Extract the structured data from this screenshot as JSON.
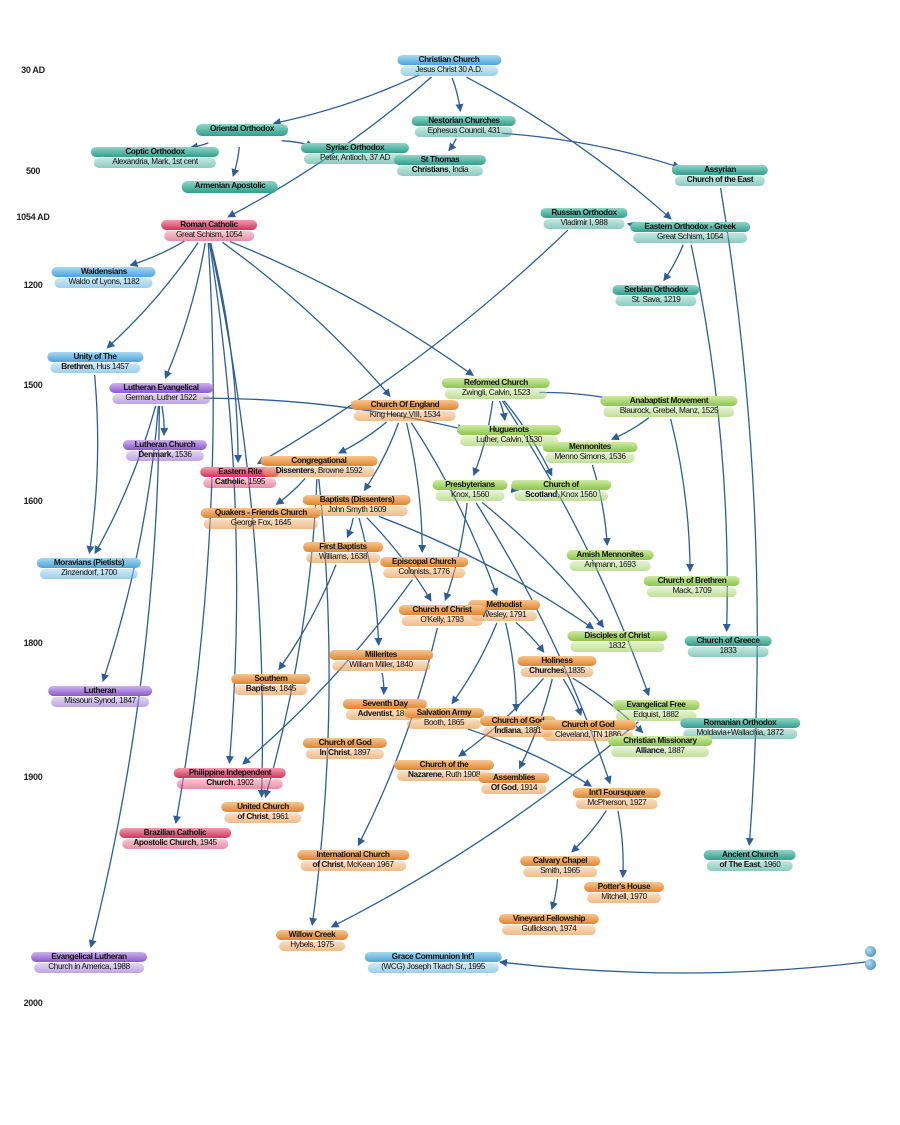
{
  "years": [
    "30 AD",
    "500",
    "1054 AD",
    "1200",
    "1500",
    "1600",
    "1800",
    "1900",
    "2000"
  ],
  "nodes": [
    {
      "id": "christian",
      "c": "blue",
      "t1": "Christian Church",
      "t2": "Jesus Christ 30 A.D."
    },
    {
      "id": "oriental",
      "c": "teal",
      "t1": "Oriental Orthodox",
      "t2": ""
    },
    {
      "id": "nestorian",
      "c": "teal",
      "t1": "Nestorian Churches",
      "t2": "Ephesus Council, 431"
    },
    {
      "id": "coptic",
      "c": "teal",
      "t1": "Coptic Orthodox",
      "t2": "Alexandria, Mark, 1st cent"
    },
    {
      "id": "syriac",
      "c": "teal",
      "t1": "Syriac Orthodox",
      "t2": "Peter, Antioch, 37 AD"
    },
    {
      "id": "stthomas",
      "c": "teal",
      "t1": "St Thomas",
      "t2": "Christians, India",
      "t2b": "Christians"
    },
    {
      "id": "armenian",
      "c": "teal",
      "t1": "Armenian Apostolic",
      "t2": ""
    },
    {
      "id": "assyrian",
      "c": "teal",
      "t1": "Assyrian",
      "t2": "Church of the East",
      "t2b": "Church of the East"
    },
    {
      "id": "russian",
      "c": "teal",
      "t1": "Russian Orthodox",
      "t2": "Vladimir I, 988"
    },
    {
      "id": "eastern",
      "c": "teal",
      "t1": "Eastern Orthodox - Greek",
      "t2": "Great Schism, 1054"
    },
    {
      "id": "roman",
      "c": "red",
      "t1": "Roman Catholic",
      "t2": "Great Schism, 1054"
    },
    {
      "id": "waldensians",
      "c": "blue",
      "t1": "Waldensians",
      "t2": "Waldo of Lyons, 1182"
    },
    {
      "id": "serbian",
      "c": "teal",
      "t1": "Serbian Orthodox",
      "t2": "St. Sava, 1219"
    },
    {
      "id": "unity",
      "c": "blue",
      "t1": "Unity of The",
      "t2": "Brethren, Hus 1457",
      "t2b": "Brethren"
    },
    {
      "id": "lutheranev",
      "c": "purple",
      "t1": "Lutheran Evangelical",
      "t2": "German, Luther 1522"
    },
    {
      "id": "reformed",
      "c": "green",
      "t1": "Reformed Church",
      "t2": "Zwingli, Calvin, 1523"
    },
    {
      "id": "anabaptist",
      "c": "green",
      "t1": "Anabaptist Movement",
      "t2": "Blaurock, Grebel, Manz, 1525"
    },
    {
      "id": "coe",
      "c": "orange",
      "t1": "Church Of England",
      "t2": "King Henry VIII, 1534"
    },
    {
      "id": "huguenots",
      "c": "green",
      "t1": "Huguenots",
      "t2": "Luther, Calvin, 1530"
    },
    {
      "id": "lutherandk",
      "c": "purple",
      "t1": "Lutheran Church",
      "t2": "Denmark, 1536",
      "t2b": "Denmark"
    },
    {
      "id": "mennonites",
      "c": "green",
      "t1": "Mennonites",
      "t2": "Menno Simons, 1536"
    },
    {
      "id": "easternrite",
      "c": "red",
      "t1": "Eastern Rite",
      "t2": "Catholic, 1595",
      "t2b": "Catholic"
    },
    {
      "id": "congregational",
      "c": "orange",
      "t1": "Congregational",
      "t2": "Dissenters, Browne 1592",
      "t2b": "Dissenters"
    },
    {
      "id": "presbyterians",
      "c": "green",
      "t1": "Presbyterians",
      "t2": "Knox, 1560"
    },
    {
      "id": "scotland",
      "c": "green",
      "t1": "Church of",
      "t2": "Scotland, Knox 1560",
      "t2b": "Scotland"
    },
    {
      "id": "baptists",
      "c": "orange",
      "t1": "Baptists (Dissenters)",
      "t2": "John Smyth 1609"
    },
    {
      "id": "quakers",
      "c": "orange",
      "t1": "Quakers - Friends Church",
      "t2": "George Fox, 1645"
    },
    {
      "id": "firstbaptists",
      "c": "orange",
      "t1": "First Baptists",
      "t2": "Williams, 1638"
    },
    {
      "id": "amish",
      "c": "green",
      "t1": "Amish Mennonites",
      "t2": "Ammann, 1693"
    },
    {
      "id": "moravians",
      "c": "blue",
      "t1": "Moravians (Pietists)",
      "t2": "Zinzendorf, 1700"
    },
    {
      "id": "episcopal",
      "c": "orange",
      "t1": "Episcopal Church",
      "t2": "Colonists, 1776"
    },
    {
      "id": "brethren",
      "c": "green",
      "t1": "Church of Brethren",
      "t2": "Mack, 1709"
    },
    {
      "id": "methodist",
      "c": "orange",
      "t1": "Methodist",
      "t2": "Wesley, 1791"
    },
    {
      "id": "churchofchrist",
      "c": "orange",
      "t1": "Church of Christ",
      "t2": "O'Kelly, 1793"
    },
    {
      "id": "disciples",
      "c": "green",
      "t1": "Disciples of Christ",
      "t2": "1832"
    },
    {
      "id": "greece",
      "c": "teal",
      "t1": "Church of Greece",
      "t2": "1833"
    },
    {
      "id": "millerites",
      "c": "orange",
      "t1": "Millerites",
      "t2": "William Miller, 1840"
    },
    {
      "id": "holiness",
      "c": "orange",
      "t1": "Holiness",
      "t2": "Churches, 1835",
      "t2b": "Churches"
    },
    {
      "id": "southernbaptists",
      "c": "orange",
      "t1": "Southern",
      "t2": "Baptists, 1845",
      "t2b": "Baptists"
    },
    {
      "id": "lutheranmo",
      "c": "purple",
      "t1": "Lutheran",
      "t2": "Missouri Synod, 1847"
    },
    {
      "id": "sda",
      "c": "orange",
      "t1": "Seventh Day",
      "t2": "Adventist, 1863",
      "t2b": "Adventist"
    },
    {
      "id": "salvation",
      "c": "orange",
      "t1": "Salvation Army",
      "t2": "Booth, 1865"
    },
    {
      "id": "evfree",
      "c": "green",
      "t1": "Evangelical Free",
      "t2": "Edquist, 1882"
    },
    {
      "id": "romanian",
      "c": "teal",
      "t1": "Romanian Orthodox",
      "t2": "Moldavia+Wallachia, 1872"
    },
    {
      "id": "cogindiana",
      "c": "orange",
      "t1": "Church of God",
      "t2": "Indiana, 1881",
      "t2b": "Indiana"
    },
    {
      "id": "cogcleveland",
      "c": "orange",
      "t1": "Church of God",
      "t2": "Cleveland, TN 1886"
    },
    {
      "id": "cma",
      "c": "green",
      "t1": "Christian Missionary",
      "t2": "Alliance, 1887",
      "t2b": "Alliance"
    },
    {
      "id": "cogic",
      "c": "orange",
      "t1": "Church of God",
      "t2": "In Christ, 1897",
      "t2b": "In Christ"
    },
    {
      "id": "philippine",
      "c": "red",
      "t1": "Philippine Independent",
      "t2": "Church, 1902",
      "t2b": "Church"
    },
    {
      "id": "nazarene",
      "c": "orange",
      "t1": "Church of the",
      "t2": "Nazarene, Ruth 1908",
      "t2b": "Nazarene"
    },
    {
      "id": "assemblies",
      "c": "orange",
      "t1": "Assemblies",
      "t2": "Of God, 1914",
      "t2b": "Of God"
    },
    {
      "id": "foursquare",
      "c": "orange",
      "t1": "Int'l Foursquare",
      "t2": "McPherson, 1927"
    },
    {
      "id": "ucc",
      "c": "orange",
      "t1": "United Church",
      "t2": "of Christ, 1961",
      "t2b": "of Christ"
    },
    {
      "id": "brazilian",
      "c": "red",
      "t1": "Brazilian Catholic",
      "t2": "Apostolic Church, 1945",
      "t2b": "Apostolic Church"
    },
    {
      "id": "intlchurch",
      "c": "orange",
      "t1": "International Church",
      "t2": "of Christ, McKean 1967",
      "t2b": "of Christ"
    },
    {
      "id": "calvary",
      "c": "orange",
      "t1": "Calvary Chapel",
      "t2": "Smith, 1965"
    },
    {
      "id": "potters",
      "c": "orange",
      "t1": "Potter's House",
      "t2": "Mitchell, 1970"
    },
    {
      "id": "ancient",
      "c": "teal",
      "t1": "Ancient Church",
      "t2": "of The East, 1960",
      "t2b": "of The East"
    },
    {
      "id": "vineyard",
      "c": "orange",
      "t1": "Vineyard Fellowship",
      "t2": "Gullickson, 1974"
    },
    {
      "id": "willow",
      "c": "orange",
      "t1": "Willow Creek",
      "t2": "Hybels, 1975"
    },
    {
      "id": "elca",
      "c": "purple",
      "t1": "Evangelical Lutheran",
      "t2": "Church in America, 1988"
    },
    {
      "id": "gci",
      "c": "blue",
      "t1": "Grace Communion Int'l",
      "t2": "(WCG) Joseph Tkach Sr., 1995"
    }
  ],
  "edges": [
    [
      "christian",
      "oriental"
    ],
    [
      "christian",
      "nestorian"
    ],
    [
      "christian",
      "roman"
    ],
    [
      "christian",
      "eastern"
    ],
    [
      "oriental",
      "coptic"
    ],
    [
      "oriental",
      "armenian"
    ],
    [
      "oriental",
      "syriac"
    ],
    [
      "nestorian",
      "stthomas"
    ],
    [
      "nestorian",
      "assyrian"
    ],
    [
      "eastern",
      "russian"
    ],
    [
      "eastern",
      "serbian"
    ],
    [
      "eastern",
      "greece"
    ],
    [
      "assyrian",
      "ancient"
    ],
    [
      "russian",
      "easternrite"
    ],
    [
      "roman",
      "waldensians"
    ],
    [
      "roman",
      "unity"
    ],
    [
      "roman",
      "lutheranev"
    ],
    [
      "roman",
      "easternrite"
    ],
    [
      "roman",
      "coe"
    ],
    [
      "roman",
      "reformed"
    ],
    [
      "roman",
      "philippine"
    ],
    [
      "roman",
      "brazilian"
    ],
    [
      "roman",
      "ucc"
    ],
    [
      "unity",
      "moravians"
    ],
    [
      "lutheranev",
      "lutherandk"
    ],
    [
      "lutheranev",
      "huguenots"
    ],
    [
      "lutheranev",
      "moravians"
    ],
    [
      "lutheranev",
      "lutheranmo"
    ],
    [
      "lutheranev",
      "elca"
    ],
    [
      "reformed",
      "huguenots"
    ],
    [
      "reformed",
      "anabaptist"
    ],
    [
      "reformed",
      "presbyterians"
    ],
    [
      "reformed",
      "scotland"
    ],
    [
      "reformed",
      "evfree"
    ],
    [
      "anabaptist",
      "mennonites"
    ],
    [
      "anabaptist",
      "brethren"
    ],
    [
      "mennonites",
      "amish"
    ],
    [
      "scotland",
      "presbyterians"
    ],
    [
      "coe",
      "congregational"
    ],
    [
      "coe",
      "baptists"
    ],
    [
      "coe",
      "episcopal"
    ],
    [
      "coe",
      "methodist"
    ],
    [
      "congregational",
      "quakers"
    ],
    [
      "congregational",
      "ucc"
    ],
    [
      "congregational",
      "willow"
    ],
    [
      "baptists",
      "firstbaptists"
    ],
    [
      "baptists",
      "millerites"
    ],
    [
      "baptists",
      "disciples"
    ],
    [
      "baptists",
      "churchofchrist"
    ],
    [
      "firstbaptists",
      "southernbaptists"
    ],
    [
      "presbyterians",
      "churchofchrist"
    ],
    [
      "presbyterians",
      "disciples"
    ],
    [
      "presbyterians",
      "foursquare"
    ],
    [
      "methodist",
      "churchofchrist"
    ],
    [
      "methodist",
      "holiness"
    ],
    [
      "methodist",
      "salvation"
    ],
    [
      "methodist",
      "cogindiana"
    ],
    [
      "churchofchrist",
      "intlchurch"
    ],
    [
      "episcopal",
      "philippine"
    ],
    [
      "millerites",
      "sda"
    ],
    [
      "holiness",
      "cogcleveland"
    ],
    [
      "holiness",
      "cma"
    ],
    [
      "holiness",
      "nazarene"
    ],
    [
      "holiness",
      "assemblies"
    ],
    [
      "salvation",
      "foursquare"
    ],
    [
      "foursquare",
      "calvary"
    ],
    [
      "foursquare",
      "potters"
    ],
    [
      "calvary",
      "vineyard"
    ],
    [
      "evfree",
      "willow"
    ],
    [
      "gci_src",
      "gci"
    ]
  ]
}
